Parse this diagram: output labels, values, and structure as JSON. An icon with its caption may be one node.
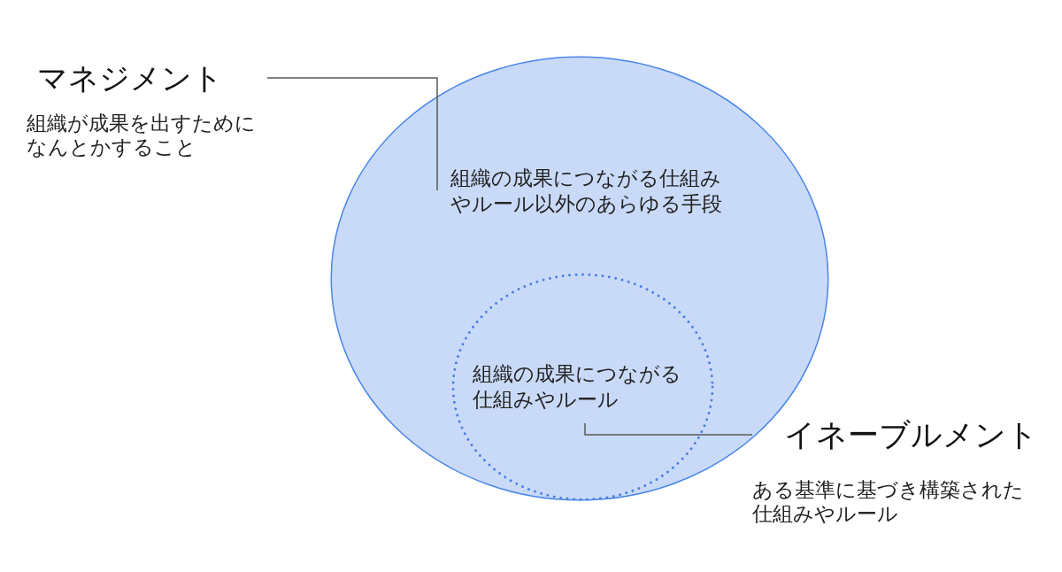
{
  "diagram": {
    "nodes": [
      {
        "text": [
          "マネジメント",
          "組織が成果を出すためになんとかすること"
        ]
      },
      {
        "text": [
          "組織の成果につながる仕組みやルール以外のあらゆる手段"
        ]
      },
      {
        "text": [
          "組織の成果につながる仕組みやルール"
        ],
        "in": 1
      },
      {
        "text": [
          "イネーブルメント",
          "ある基準に基づき構築された仕組みやルール"
        ]
      }
    ],
    "edges": [
      {
        "from": 0,
        "to": 1,
        "arrow": "none"
      },
      {
        "from": 3,
        "to": 2,
        "arrow": "none"
      }
    ]
  }
}
